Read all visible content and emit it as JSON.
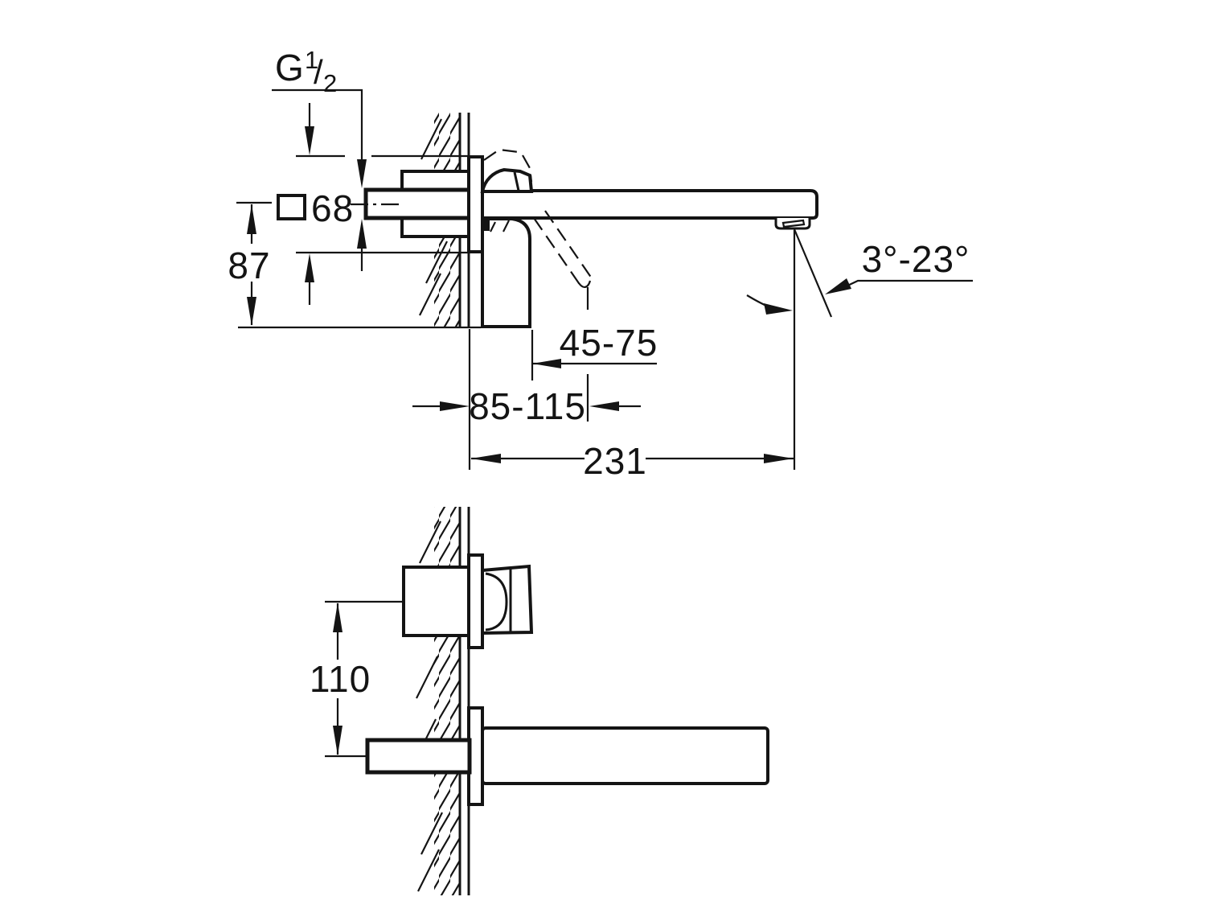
{
  "page": {
    "background": "#ffffff",
    "line_color": "#141414"
  },
  "dimensions": {
    "thread": {
      "prefix": "G",
      "numerator": "1",
      "separator": "/",
      "denominator": "2"
    },
    "plate_size": {
      "symbol": "square",
      "value": "68"
    },
    "center_to_plate_bottom": "87",
    "handle_projection_range": "45-75",
    "wall_to_handle_tip_range": "85-115",
    "spout_projection": "231",
    "spout_angle_range": "3°-23°",
    "spout_to_handle_distance": "110"
  }
}
